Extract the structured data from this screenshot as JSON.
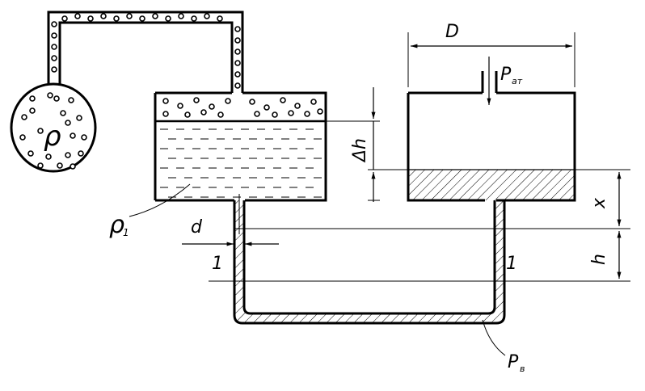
{
  "labels": {
    "rho": "ρ",
    "rho1": "ρ",
    "rho1_sub": "1",
    "D": "D",
    "P_at": "P",
    "P_at_sub": "ат",
    "delta_h": "Δh",
    "x": "x",
    "h": "h",
    "d": "d",
    "section_left": "1",
    "section_right": "1",
    "P_v": "P",
    "P_v_sub": "в"
  },
  "colors": {
    "ink": "#000000",
    "paper": "#ffffff"
  }
}
